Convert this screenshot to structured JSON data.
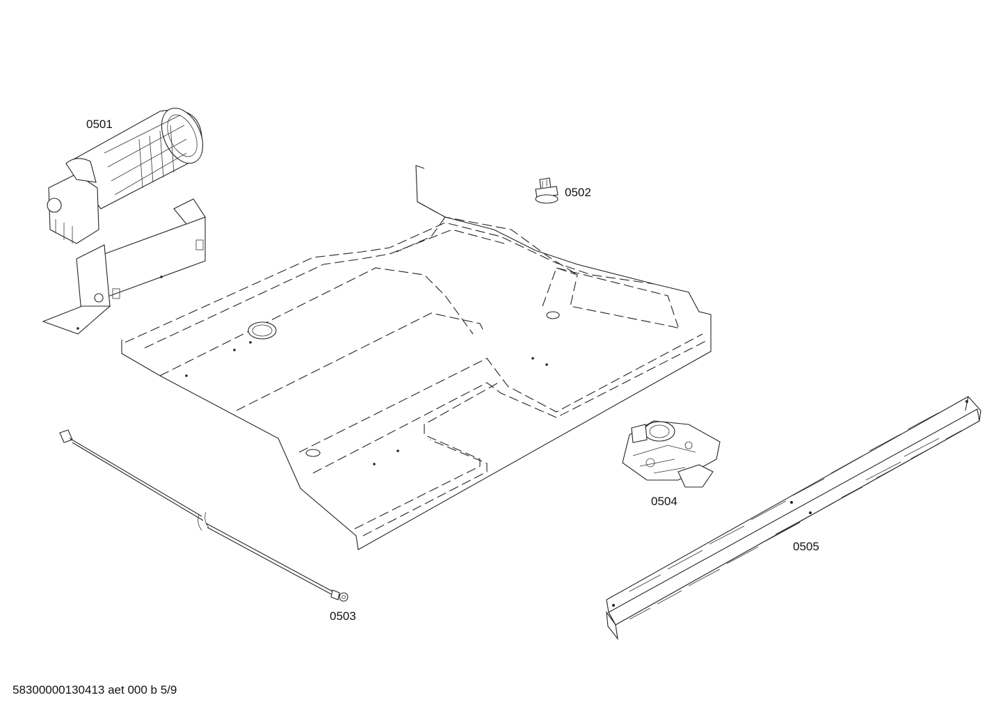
{
  "parts": [
    {
      "id": "p0501",
      "label": "0501",
      "icon": "blower-fan-icon"
    },
    {
      "id": "p0502",
      "label": "0502",
      "icon": "thermostat-icon"
    },
    {
      "id": "p0503",
      "label": "0503",
      "icon": "earth-cable-icon"
    },
    {
      "id": "p0504",
      "label": "0504",
      "icon": "door-lock-motor-icon"
    },
    {
      "id": "p0505",
      "label": "0505",
      "icon": "ventilation-strip-icon"
    }
  ],
  "footer": "58300000130413 aet 000 b 5/9"
}
